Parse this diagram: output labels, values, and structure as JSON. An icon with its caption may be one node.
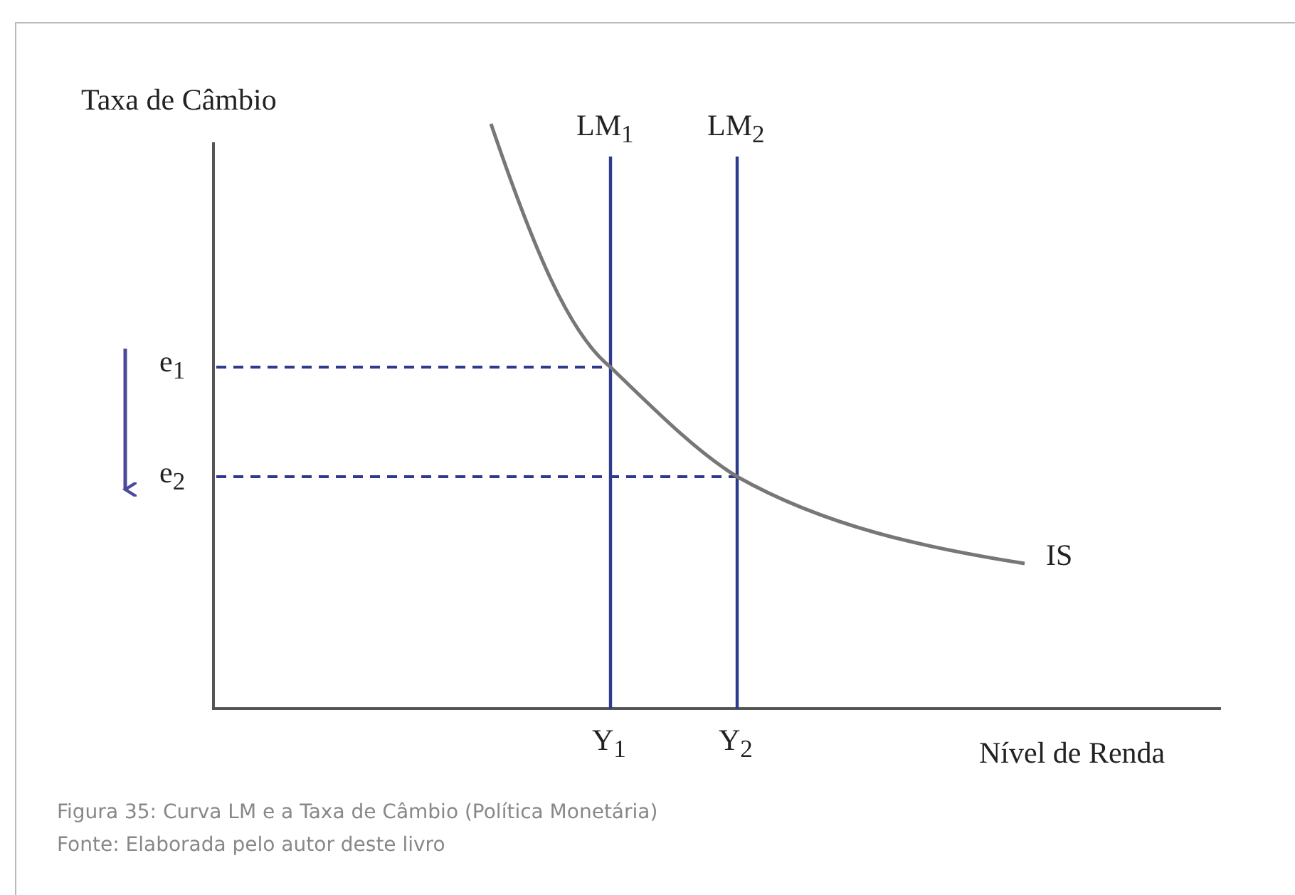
{
  "diagram": {
    "caption": "Figura 35: Curva LM e a Taxa de Câmbio (Política Monetária)",
    "labels": [
      "Taxa de Câmbio",
      "LM$_{1}$",
      "LM$_{2}$",
      "e$_{1}$",
      "e$_{2}$",
      "IS",
      "Y$_{1}$",
      "Y$_{2}$",
      "Nível de Renda",
      "Fonte: Elaborada pelo autor deste livro"
    ]
  }
}
